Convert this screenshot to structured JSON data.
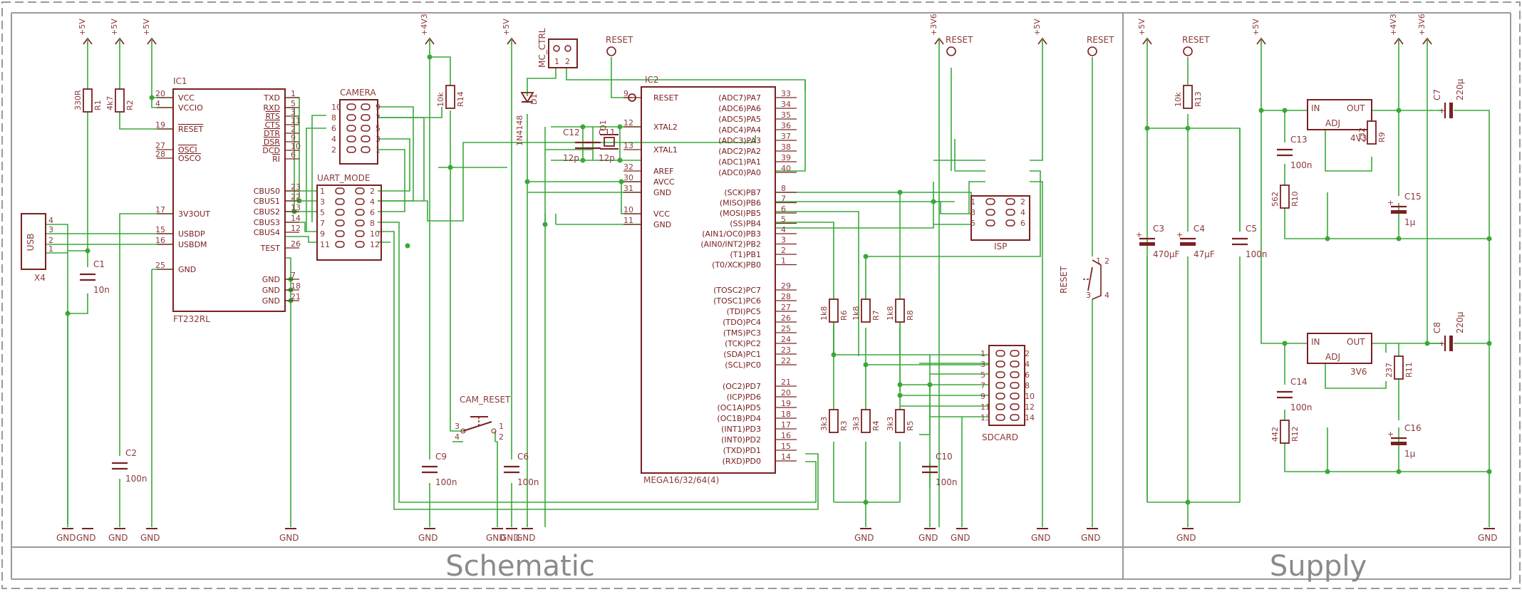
{
  "sheets": {
    "left_title": "Schematic",
    "right_title": "Supply"
  },
  "ic1": {
    "ref": "IC1",
    "part": "FT232RL",
    "left_pins": [
      {
        "no": "20",
        "name": "VCC"
      },
      {
        "no": "4",
        "name": "VCCIO"
      },
      {
        "no": "19",
        "name": "RESET"
      },
      {
        "no": "27",
        "name": "OSCI"
      },
      {
        "no": "28",
        "name": "OSCO"
      },
      {
        "no": "17",
        "name": "3V3OUT"
      },
      {
        "no": "15",
        "name": "USBDP"
      },
      {
        "no": "16",
        "name": "USBDM"
      },
      {
        "no": "25",
        "name": "GND"
      }
    ],
    "right_pins": [
      {
        "no": "1",
        "name": "TXD"
      },
      {
        "no": "5",
        "name": "RXD"
      },
      {
        "no": "3",
        "name": "RTS"
      },
      {
        "no": "11",
        "name": "CTS"
      },
      {
        "no": "2",
        "name": "DTR"
      },
      {
        "no": "9",
        "name": "DSR"
      },
      {
        "no": "10",
        "name": "DCD"
      },
      {
        "no": "6",
        "name": "RI"
      },
      {
        "no": "23",
        "name": "CBUS0"
      },
      {
        "no": "22",
        "name": "CBUS1"
      },
      {
        "no": "13",
        "name": "CBUS2"
      },
      {
        "no": "14",
        "name": "CBUS3"
      },
      {
        "no": "12",
        "name": "CBUS4"
      },
      {
        "no": "26",
        "name": "TEST"
      },
      {
        "no": "7",
        "name": "GND"
      },
      {
        "no": "18",
        "name": "GND"
      },
      {
        "no": "21",
        "name": "GND"
      }
    ]
  },
  "ic2": {
    "ref": "IC2",
    "part": "MEGA16/32/64(4)",
    "left_pins": [
      {
        "no": "9",
        "name": "RESET"
      },
      {
        "no": "12",
        "name": "XTAL2"
      },
      {
        "no": "13",
        "name": "XTAL1"
      },
      {
        "no": "32",
        "name": "AREF"
      },
      {
        "no": "30",
        "name": "AVCC"
      },
      {
        "no": "31",
        "name": "GND"
      },
      {
        "no": "10",
        "name": "VCC"
      },
      {
        "no": "11",
        "name": "GND"
      }
    ],
    "right_pins": [
      {
        "no": "33",
        "name": "(ADC7)PA7"
      },
      {
        "no": "34",
        "name": "(ADC6)PA6"
      },
      {
        "no": "35",
        "name": "(ADC5)PA5"
      },
      {
        "no": "36",
        "name": "(ADC4)PA4"
      },
      {
        "no": "37",
        "name": "(ADC3)PA3"
      },
      {
        "no": "38",
        "name": "(ADC2)PA2"
      },
      {
        "no": "39",
        "name": "(ADC1)PA1"
      },
      {
        "no": "40",
        "name": "(ADC0)PA0"
      },
      {
        "no": "8",
        "name": "(SCK)PB7"
      },
      {
        "no": "7",
        "name": "(MISO)PB6"
      },
      {
        "no": "6",
        "name": "(MOSI)PB5"
      },
      {
        "no": "5",
        "name": "(SS)PB4"
      },
      {
        "no": "4",
        "name": "(AIN1/OC0)PB3"
      },
      {
        "no": "3",
        "name": "(AIN0/INT2)PB2"
      },
      {
        "no": "2",
        "name": "(T1)PB1"
      },
      {
        "no": "1",
        "name": "(T0/XCK)PB0"
      },
      {
        "no": "29",
        "name": "(TOSC2)PC7"
      },
      {
        "no": "28",
        "name": "(TOSC1)PC6"
      },
      {
        "no": "27",
        "name": "(TDI)PC5"
      },
      {
        "no": "26",
        "name": "(TDO)PC4"
      },
      {
        "no": "25",
        "name": "(TMS)PC3"
      },
      {
        "no": "24",
        "name": "(TCK)PC2"
      },
      {
        "no": "23",
        "name": "(SDA)PC1"
      },
      {
        "no": "22",
        "name": "(SCL)PC0"
      },
      {
        "no": "21",
        "name": "(OC2)PD7"
      },
      {
        "no": "20",
        "name": "(ICP)PD6"
      },
      {
        "no": "19",
        "name": "(OC1A)PD5"
      },
      {
        "no": "18",
        "name": "(OC1B)PD4"
      },
      {
        "no": "17",
        "name": "(INT1)PD3"
      },
      {
        "no": "16",
        "name": "(INT0)PD2"
      },
      {
        "no": "15",
        "name": "(TXD)PD1"
      },
      {
        "no": "14",
        "name": "(RXD)PD0"
      }
    ]
  },
  "connectors": {
    "camera": {
      "ref": "CAMERA",
      "left": [
        "10",
        "8",
        "6",
        "4",
        "2"
      ],
      "right": [
        "9",
        "7",
        "5",
        "3",
        "1"
      ]
    },
    "uart_mode": {
      "ref": "UART_MODE",
      "left": [
        "1",
        "3",
        "5",
        "7",
        "9",
        "11"
      ],
      "right": [
        "2",
        "4",
        "6",
        "8",
        "10",
        "12"
      ]
    },
    "isp": {
      "ref": "ISP",
      "left": [
        "1",
        "3",
        "5"
      ],
      "right": [
        "2",
        "4",
        "6"
      ]
    },
    "sdcard": {
      "ref": "SDCARD",
      "left": [
        "1",
        "3",
        "5",
        "7",
        "9",
        "11",
        "13"
      ],
      "right": [
        "2",
        "4",
        "6",
        "8",
        "10",
        "12",
        "14"
      ]
    },
    "mc_ctrl": {
      "ref": "MC_CTRL",
      "pins": [
        "1",
        "2"
      ]
    },
    "usb": {
      "ref": "USB",
      "name": "X4",
      "pins": [
        "4",
        "3",
        "2",
        "1"
      ]
    }
  },
  "switches": {
    "cam_reset": {
      "ref": "CAM_RESET",
      "pins": [
        "3",
        "4",
        "1",
        "2"
      ]
    },
    "reset": {
      "ref": "RESET",
      "pins": [
        "1",
        "2",
        "3",
        "4"
      ]
    }
  },
  "resistors": [
    {
      "ref": "R1",
      "value": "330R"
    },
    {
      "ref": "R2",
      "value": "4k7"
    },
    {
      "ref": "R14",
      "value": "10k"
    },
    {
      "ref": "R6",
      "value": "1k8"
    },
    {
      "ref": "R7",
      "value": "1k8"
    },
    {
      "ref": "R8",
      "value": "1k8"
    },
    {
      "ref": "R3",
      "value": "3k3"
    },
    {
      "ref": "R4",
      "value": "3k3"
    },
    {
      "ref": "R5",
      "value": "3k3"
    },
    {
      "ref": "R13",
      "value": "10k"
    },
    {
      "ref": "R9",
      "value": "232"
    },
    {
      "ref": "R10",
      "value": "562"
    },
    {
      "ref": "R11",
      "value": "237"
    },
    {
      "ref": "R12",
      "value": "442"
    }
  ],
  "capacitors": [
    {
      "ref": "C1",
      "value": "10n"
    },
    {
      "ref": "C2",
      "value": "100n"
    },
    {
      "ref": "C9",
      "value": "100n"
    },
    {
      "ref": "C6",
      "value": "100n"
    },
    {
      "ref": "C12",
      "value": "12p"
    },
    {
      "ref": "C11",
      "value": "12p"
    },
    {
      "ref": "C10",
      "value": "100n"
    },
    {
      "ref": "C3",
      "value": "470µF"
    },
    {
      "ref": "C4",
      "value": "47µF"
    },
    {
      "ref": "C5",
      "value": "100n"
    },
    {
      "ref": "C13",
      "value": "100n"
    },
    {
      "ref": "C14",
      "value": "100n"
    },
    {
      "ref": "C15",
      "value": "1µ"
    },
    {
      "ref": "C16",
      "value": "1µ"
    },
    {
      "ref": "C7",
      "value": "220µ"
    },
    {
      "ref": "C8",
      "value": "220µ"
    }
  ],
  "others": {
    "crystal": "Q1",
    "diode_ref": "D1",
    "diode_part": "1N4148"
  },
  "regulators": [
    {
      "in": "IN",
      "out": "OUT",
      "adj": "ADJ",
      "value": "4V3"
    },
    {
      "in": "IN",
      "out": "OUT",
      "adj": "ADJ",
      "value": "3V6"
    }
  ],
  "net_labels": {
    "p5v": "+5V",
    "p4v3": "+4V3",
    "p3v6": "+3V6",
    "reset": "RESET",
    "gnd": "GND"
  }
}
